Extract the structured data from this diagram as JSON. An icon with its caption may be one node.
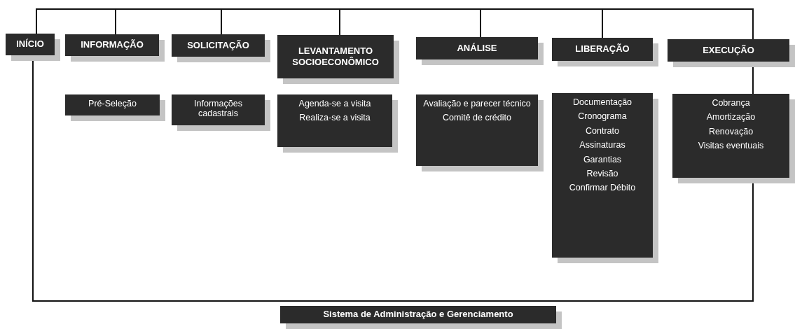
{
  "diagram": {
    "nodes": [
      {
        "text": [
          "INÍCIO"
        ]
      },
      {
        "text": [
          "INFORMAÇÃO"
        ]
      },
      {
        "text": [
          "SOLICITAÇÃO"
        ]
      },
      {
        "text": [
          "LEVANTAMENTO SOCIOECONÔMICO"
        ]
      },
      {
        "text": [
          "ANÁLISE"
        ]
      },
      {
        "text": [
          "LIBERAÇÃO"
        ]
      },
      {
        "text": [
          "EXECUÇÃO"
        ]
      },
      {
        "text": [
          "Pré-Seleção"
        ]
      },
      {
        "text": [
          "Informações cadastrais"
        ]
      },
      {
        "text": [
          "Agenda-se a visita",
          "Realiza-se a visita"
        ]
      },
      {
        "text": [
          "Avaliação e parecer técnico",
          "Comitê de crédito"
        ]
      },
      {
        "text": [
          "Documentação",
          "Cronograma",
          "Contrato",
          "Assinaturas",
          "Garantias",
          "Revisão",
          "Confirmar Débito"
        ]
      },
      {
        "text": [
          "Cobrança",
          "Amortização",
          "Renovação",
          "Visitas eventuais"
        ]
      },
      {
        "text": [
          "Sistema de Administração e Gerenciamento"
        ]
      }
    ],
    "edges": [
      {
        "from": 0,
        "to": 1,
        "arrow": "none"
      },
      {
        "from": 0,
        "to": 2,
        "arrow": "none"
      },
      {
        "from": 0,
        "to": 3,
        "arrow": "none"
      },
      {
        "from": 0,
        "to": 4,
        "arrow": "none"
      },
      {
        "from": 0,
        "to": 5,
        "arrow": "none"
      },
      {
        "from": 0,
        "to": 6,
        "arrow": "none"
      },
      {
        "from": 6,
        "to": 12,
        "arrow": "none"
      },
      {
        "from": 12,
        "to": 0,
        "arrow": "to"
      }
    ]
  }
}
